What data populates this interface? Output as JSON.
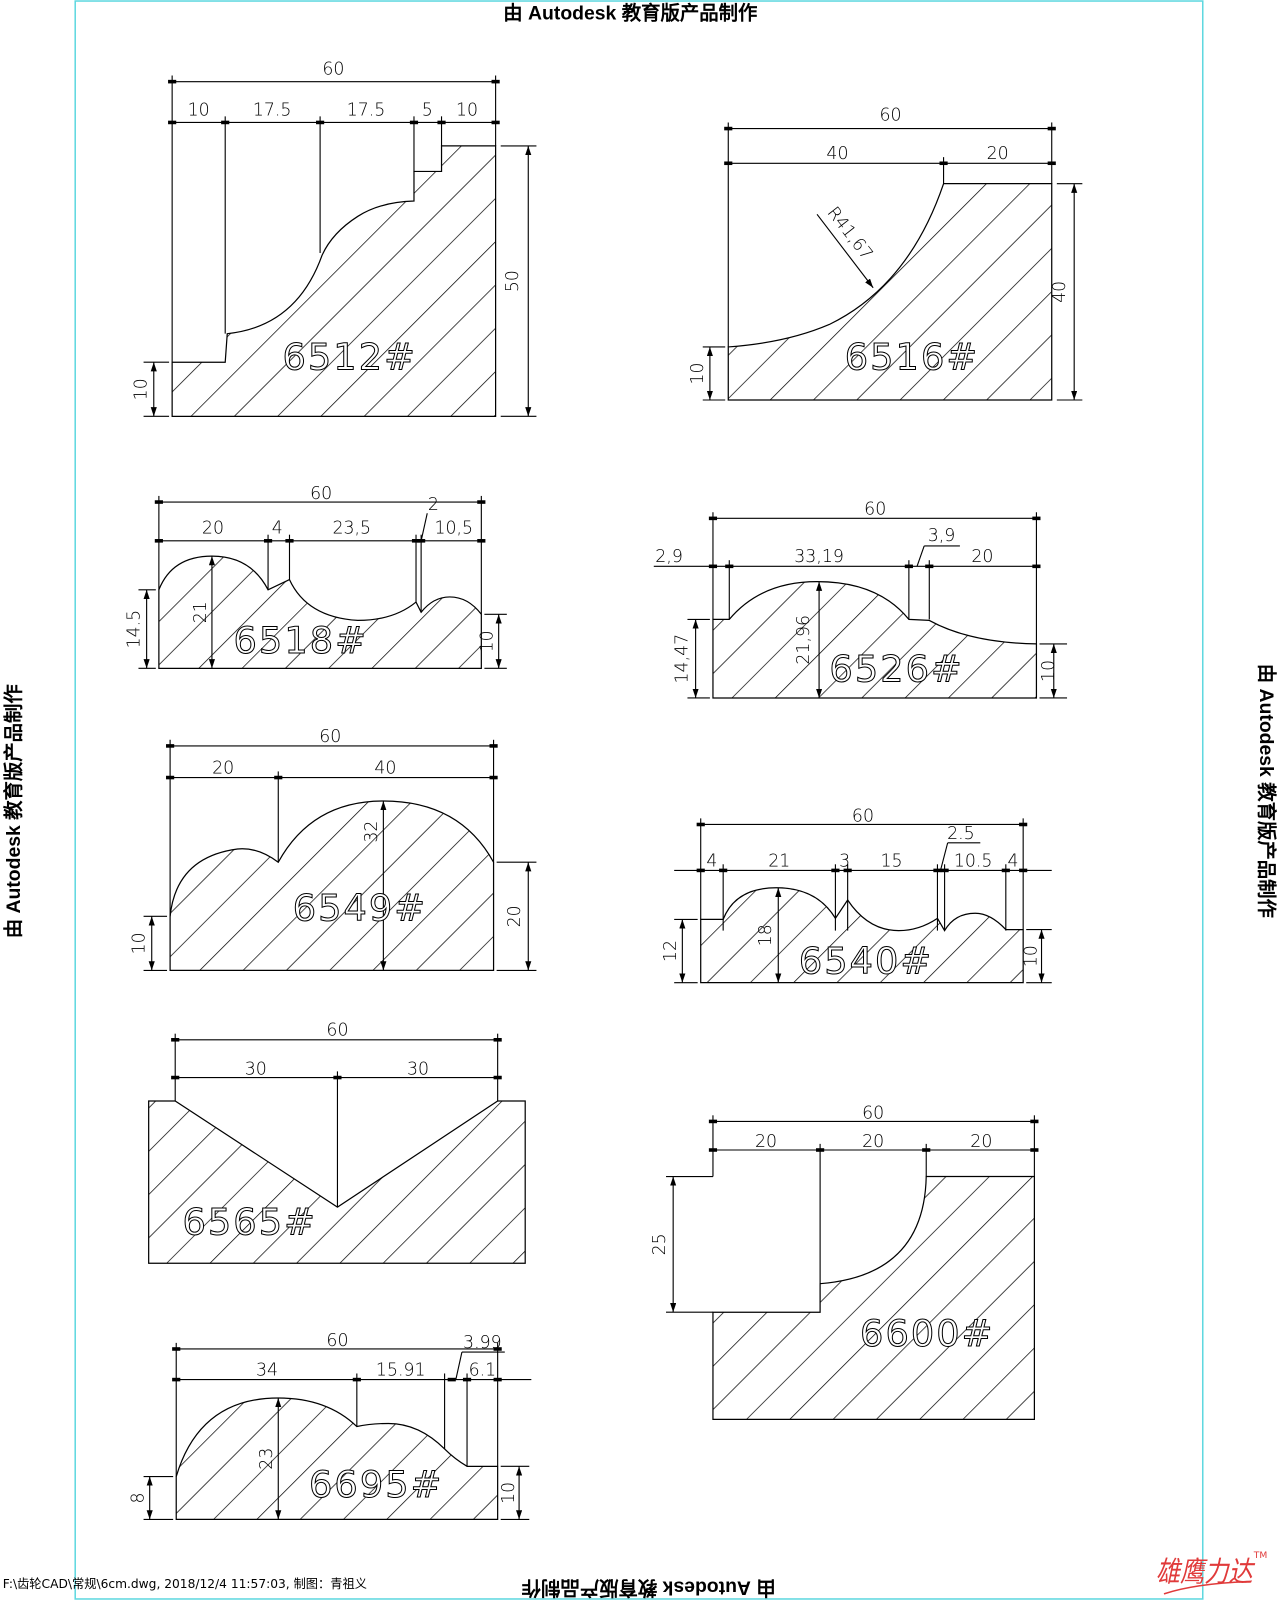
{
  "watermark": "由 Autodesk 教育版产品制作",
  "footer": "F:\\齿轮CAD\\常规\\6cm.dwg, 2018/12/4 11:57:03, 制图：青祖义",
  "logo": {
    "text": "雄鹰力达",
    "tm": "TM"
  },
  "colors": {
    "frame": "#5fd8e0",
    "ink": "#000000",
    "logo": "#e03a3a"
  },
  "profiles": {
    "p6512": {
      "label": "6512#",
      "dims": [
        "60",
        "10",
        "17.5",
        "17.5",
        "5",
        "10",
        "50",
        "10"
      ]
    },
    "p6516": {
      "label": "6516#",
      "dims": [
        "60",
        "40",
        "20",
        "40",
        "10",
        "R41,67"
      ]
    },
    "p6518": {
      "label": "6518#",
      "dims": [
        "60",
        "20",
        "4",
        "23,5",
        "2",
        "10,5",
        "14.5",
        "21",
        "10"
      ]
    },
    "p6526": {
      "label": "6526#",
      "dims": [
        "60",
        "2,9",
        "33,19",
        "3,9",
        "20",
        "14,47",
        "21,96",
        "10"
      ]
    },
    "p6549": {
      "label": "6549#",
      "dims": [
        "60",
        "20",
        "40",
        "10",
        "32",
        "20"
      ]
    },
    "p6540": {
      "label": "6540#",
      "dims": [
        "60",
        "4",
        "21",
        "3",
        "15",
        "2.5",
        "10.5",
        "4",
        "12",
        "18",
        "10"
      ]
    },
    "p6565": {
      "label": "6565#",
      "dims": [
        "60",
        "30",
        "30"
      ]
    },
    "p6600": {
      "label": "6600#",
      "dims": [
        "60",
        "20",
        "20",
        "20",
        "25"
      ]
    },
    "p6695": {
      "label": "6695#",
      "dims": [
        "60",
        "34",
        "15.91",
        "3.99",
        "6.1",
        "8",
        "23",
        "10"
      ]
    }
  }
}
